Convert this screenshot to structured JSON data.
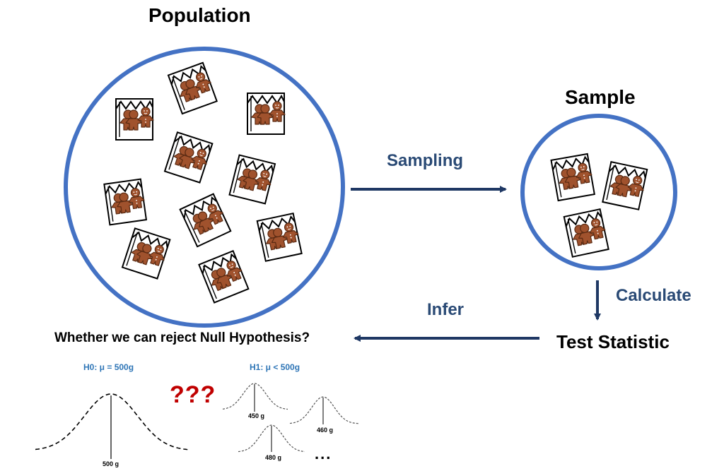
{
  "titles": {
    "population": "Population",
    "sample": "Sample"
  },
  "arrows": {
    "sampling": "Sampling",
    "calculate": "Calculate",
    "infer": "Infer"
  },
  "test_statistic": "Test Statistic",
  "question": "Whether we can reject Null Hypothesis?",
  "hypotheses": {
    "h0": "H0: μ = 500g",
    "h1": "H1: μ < 500g",
    "uncertainty": "???"
  },
  "curves": {
    "h0_mean": "500 g",
    "alt_means": [
      "450 g",
      "460 g",
      "480 g"
    ],
    "more": "..."
  },
  "colors": {
    "circle": "#4472c4",
    "arrow": "#1f3864",
    "arrow_label": "#2a4a75",
    "hypothesis_text": "#2e75b6",
    "question_marks": "#c00000",
    "cookie": "#a0522d",
    "cookie_outline": "#5a2a12"
  },
  "icons": {
    "cookie_bag": "gingerbread-cookie-bag-icon"
  }
}
